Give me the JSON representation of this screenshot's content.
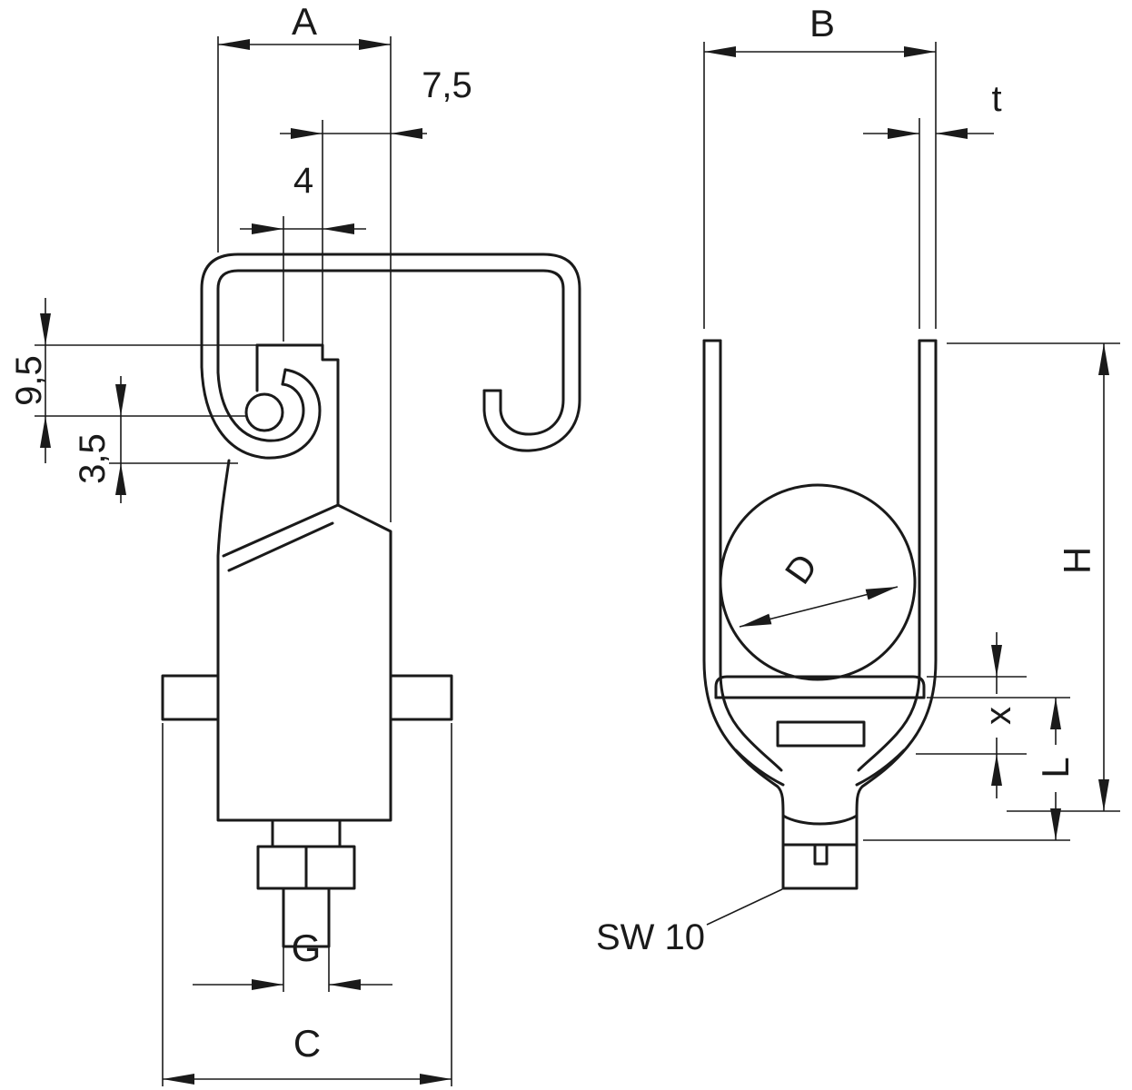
{
  "colors": {
    "line": "#1a1a1a",
    "background": "#ffffff"
  },
  "labels": {
    "dim_a": "A",
    "dim_7_5": "7,5",
    "dim_4": "4",
    "dim_9_5": "9,5",
    "dim_3_5": "3,5",
    "dim_g": "G",
    "dim_c": "C",
    "dim_b": "B",
    "dim_t": "t",
    "dim_d": "D",
    "dim_h": "H",
    "dim_x": "x",
    "dim_l": "L",
    "callout_sw10": "SW 10"
  }
}
